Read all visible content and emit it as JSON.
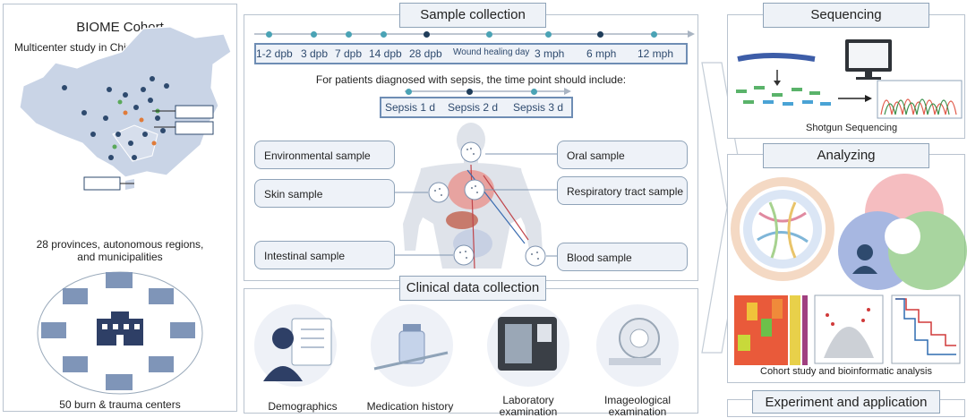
{
  "cohort": {
    "title": "BIOME Cohort",
    "subtitle": "Multicenter study in China",
    "provinces_text_1": "28 provinces, autonomous regions,",
    "provinces_text_2": "and municipalities",
    "centers_text": "50 burn & trauma centers"
  },
  "sample_collection": {
    "title": "Sample collection",
    "timepoints": [
      "1-2 dpb",
      "3 dpb",
      "7 dpb",
      "14 dpb",
      "28 dpb",
      "Wound healing day",
      "3 mph",
      "6 mph",
      "12 mph"
    ],
    "sepsis_note": "For patients diagnosed with sepsis, the time point should include:",
    "sepsis_timepoints": [
      "Sepsis 1 d",
      "Sepsis 2 d",
      "Sepsis 3 d"
    ],
    "samples": {
      "environmental": "Environmental sample",
      "skin": "Skin sample",
      "intestinal": "Intestinal sample",
      "oral": "Oral sample",
      "respiratory": "Respiratory tract sample",
      "blood": "Blood sample"
    }
  },
  "clinical": {
    "title": "Clinical data collection",
    "items": [
      "Demographics",
      "Medication history",
      "Laboratory",
      "Imageological"
    ],
    "items_line2": [
      "",
      "",
      "examination",
      "examination"
    ]
  },
  "sequencing": {
    "title": "Sequencing",
    "caption": "Shotgun Sequencing"
  },
  "analyzing": {
    "title": "Analyzing",
    "caption": "Cohort study and bioinformatic analysis"
  },
  "experiment": {
    "title": "Experiment and application"
  },
  "colors": {
    "accent_blue": "#2e4a6e",
    "panel_fill": "#eef2f7",
    "dot_teal": "#4aa3b5",
    "dot_dark": "#1f3d5a"
  }
}
